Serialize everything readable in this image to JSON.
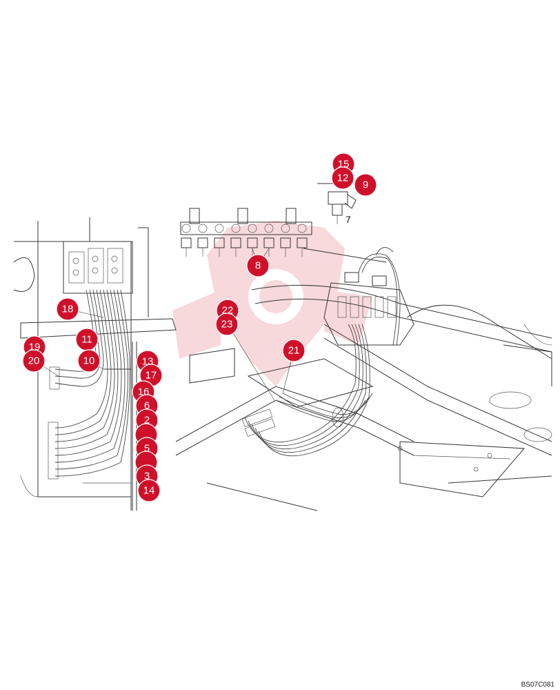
{
  "diagram": {
    "reference_code": "BS07C081",
    "plain_labels": [
      {
        "id": "label-7",
        "text": "7"
      }
    ],
    "callouts": [
      {
        "id": "15",
        "text": "15"
      },
      {
        "id": "12",
        "text": "12"
      },
      {
        "id": "9",
        "text": "9"
      },
      {
        "id": "8",
        "text": "8"
      },
      {
        "id": "18",
        "text": "18"
      },
      {
        "id": "22",
        "text": "22"
      },
      {
        "id": "23",
        "text": "23"
      },
      {
        "id": "11",
        "text": "11"
      },
      {
        "id": "19",
        "text": "19"
      },
      {
        "id": "20",
        "text": "20"
      },
      {
        "id": "10",
        "text": "10"
      },
      {
        "id": "13",
        "text": "13"
      },
      {
        "id": "17",
        "text": "17"
      },
      {
        "id": "16",
        "text": "16"
      },
      {
        "id": "6",
        "text": "6"
      },
      {
        "id": "2a",
        "text": "2"
      },
      {
        "id": "5",
        "text": "5"
      },
      {
        "id": "3",
        "text": "3"
      },
      {
        "id": "14",
        "text": "14"
      },
      {
        "id": "21",
        "text": "21"
      }
    ],
    "colors": {
      "callout_fill": "#d0102a",
      "watermark": "#f2b9bf"
    }
  }
}
